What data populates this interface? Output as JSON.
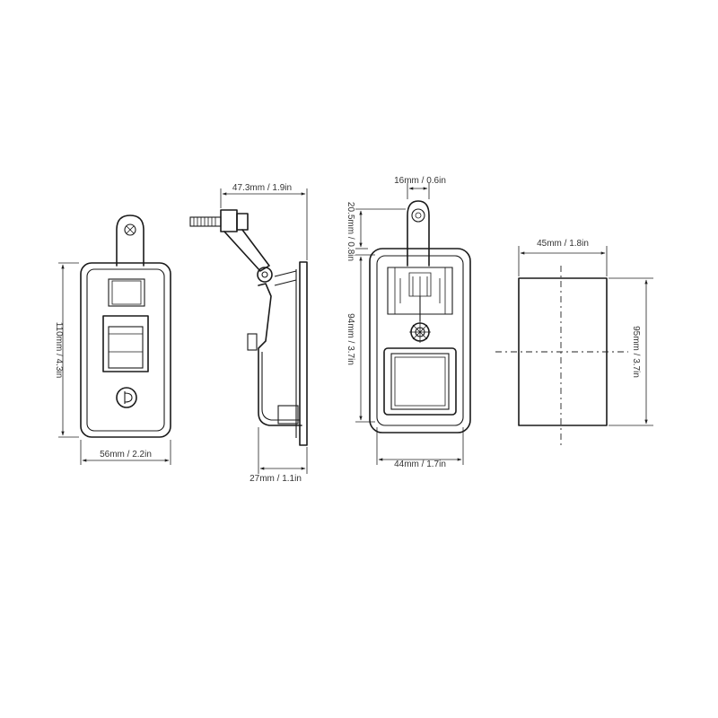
{
  "dimensions": {
    "front_height": "110mm / 4.3in",
    "front_width": "56mm / 2.2in",
    "side_top": "47.3mm / 1.9in",
    "side_bottom": "27mm / 1.1in",
    "back_top": "16mm / 0.6in",
    "back_upper": "20.5mm / 0.8in",
    "back_height": "94mm / 3.7in",
    "back_width": "44mm / 1.7in",
    "cutout_width": "45mm / 1.8in",
    "cutout_height": "95mm / 3.7in"
  },
  "colors": {
    "line": "#1a1a1a",
    "background": "#ffffff"
  }
}
